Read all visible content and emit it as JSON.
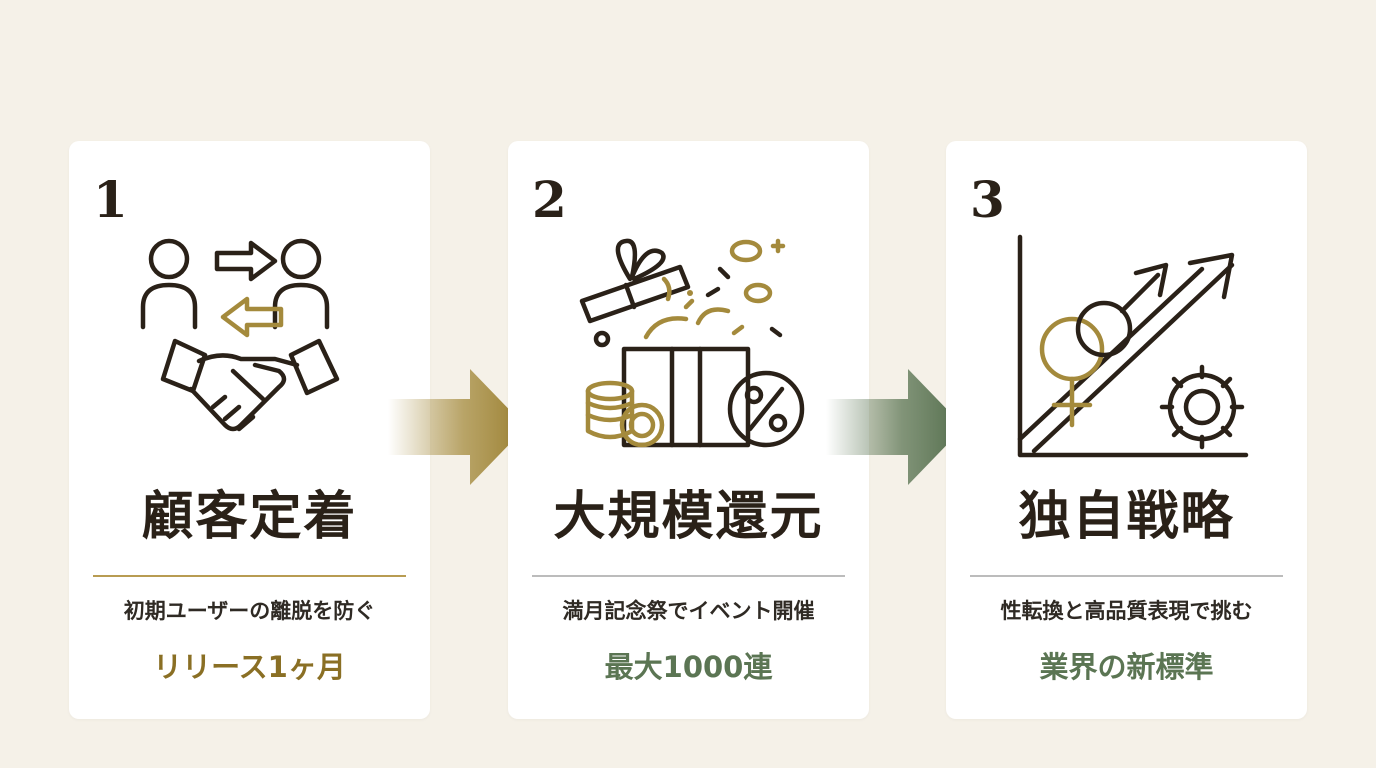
{
  "colors": {
    "background": "#f5f1e8",
    "card": "#ffffff",
    "ink": "#2a2118",
    "gold": "#a48a3c",
    "green": "#5b7553"
  },
  "steps": [
    {
      "number": "1",
      "icon": "customer-exchange-handshake-icon",
      "title": "顧客定着",
      "description": "初期ユーザーの離脱を防ぐ",
      "highlight": "リリース1ヶ月"
    },
    {
      "number": "2",
      "icon": "gift-box-coins-discount-icon",
      "title": "大規模還元",
      "description": "満月記念祭でイベント開催",
      "highlight": "最大1000連"
    },
    {
      "number": "3",
      "icon": "growth-chart-gender-gear-icon",
      "title": "独自戦略",
      "description": "性転換と高品質表現で挑む",
      "highlight": "業界の新標準"
    }
  ]
}
